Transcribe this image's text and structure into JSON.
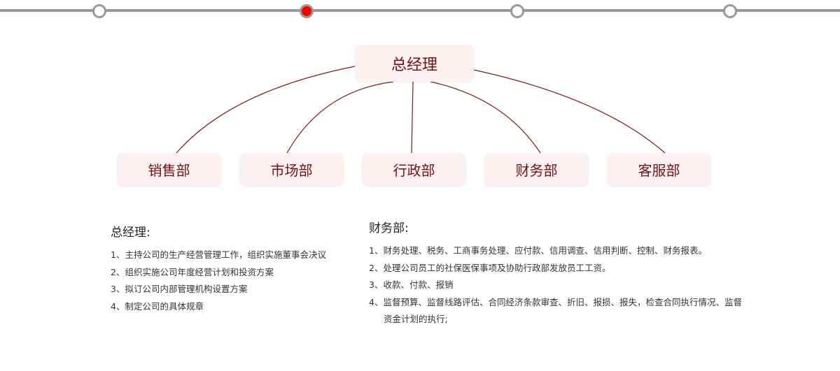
{
  "timeline": {
    "steps": 4,
    "active": 1
  },
  "chart": {
    "root": "总经理",
    "departments": [
      "销售部",
      "市场部",
      "行政部",
      "财务部",
      "客服部"
    ]
  },
  "left": {
    "title": "总经理:",
    "items": [
      "1、主持公司的生产经营管理工作，组织实施董事会决议",
      "2、组织实施公司年度经营计划和投资方案",
      "3、拟订公司内部管理机构设置方案",
      "4、制定公司的具体规章"
    ]
  },
  "right": {
    "title": "财务部:",
    "items": [
      "1、财务处理、税务、工商事务处理、应付款、信用调查、信用判断、控制、财务报表。",
      "2、处理公司员工的社保医保事项及协助行政部发放员工工资。",
      "3、收款、付款、报销",
      "4、监督预算、监督线路评估、合同经济条款审查、折旧、报损、报失，检查合同执行情况、监督资金计划的执行;"
    ]
  }
}
